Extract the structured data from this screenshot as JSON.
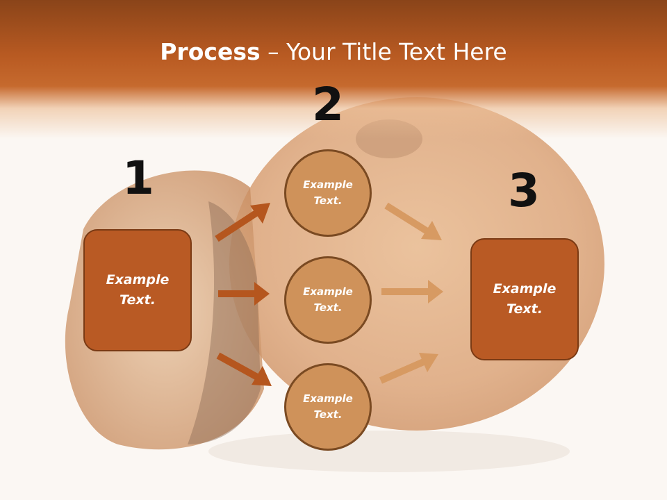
{
  "slide": {
    "title_bold": "Process",
    "title_rest": " – Your Title Text Here",
    "step_numbers": [
      "1",
      "2",
      "3"
    ],
    "left_box": "Example Text.",
    "circles": [
      "Example Text.",
      "Example Text.",
      "Example Text."
    ],
    "right_box": "Example Text."
  },
  "colors": {
    "header": "#b85a22",
    "box_fill": "#b95a24",
    "circle_fill": "#cf925a",
    "arrow_dark": "#b5561e",
    "arrow_light": "#d79a62"
  },
  "icons": [
    "bundt-cake-background"
  ]
}
